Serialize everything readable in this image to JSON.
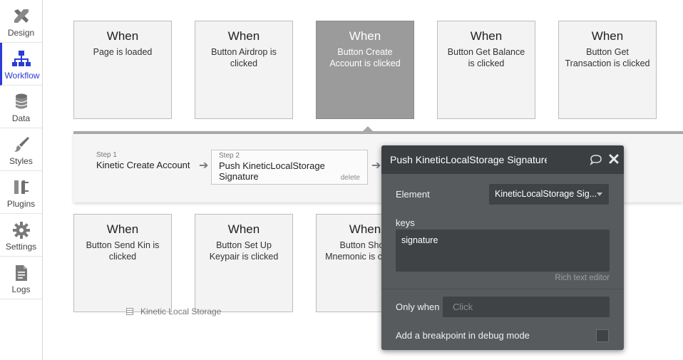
{
  "sidebar": {
    "items": [
      {
        "label": "Design",
        "icon": "design-icon"
      },
      {
        "label": "Workflow",
        "icon": "workflow-icon",
        "active": true
      },
      {
        "label": "Data",
        "icon": "database-icon"
      },
      {
        "label": "Styles",
        "icon": "brush-icon"
      },
      {
        "label": "Plugins",
        "icon": "plug-icon"
      },
      {
        "label": "Settings",
        "icon": "gear-icon"
      },
      {
        "label": "Logs",
        "icon": "document-icon"
      }
    ]
  },
  "events": {
    "row1": [
      {
        "when": "When",
        "desc": "Page is loaded"
      },
      {
        "when": "When",
        "desc": "Button Airdrop is clicked"
      },
      {
        "when": "When",
        "desc": "Button Create Account is clicked",
        "selected": true
      },
      {
        "when": "When",
        "desc": "Button Get Balance is clicked"
      },
      {
        "when": "When",
        "desc": "Button Get Transaction is clicked"
      }
    ],
    "row2": [
      {
        "when": "When",
        "desc": "Button Send Kin is clicked"
      },
      {
        "when": "When",
        "desc": "Button Set Up Keypair is clicked"
      },
      {
        "when": "When",
        "desc": "Button Show Mnemonic is clicked"
      }
    ]
  },
  "steps": [
    {
      "num": "Step 1",
      "name": "Kinetic Create Account"
    },
    {
      "num": "Step 2",
      "name": "Push KineticLocalStorage Signature",
      "delete_label": "delete"
    }
  ],
  "floating_label": "Kinetic Local Storage",
  "editor": {
    "title": "Push KineticLocalStorage Signature",
    "element_label": "Element",
    "element_value": "KineticLocalStorage Sig...",
    "keys_label": "keys",
    "keys_value": "signature",
    "rich_text_label": "Rich text editor",
    "only_when_label": "Only when",
    "only_when_placeholder": "Click",
    "breakpoint_label": "Add a breakpoint in debug mode"
  },
  "colors": {
    "accent": "#2b3bd6",
    "selected_event": "#9b9b9b",
    "editor_bg": "#575b5e",
    "editor_header": "#3b3f42"
  }
}
